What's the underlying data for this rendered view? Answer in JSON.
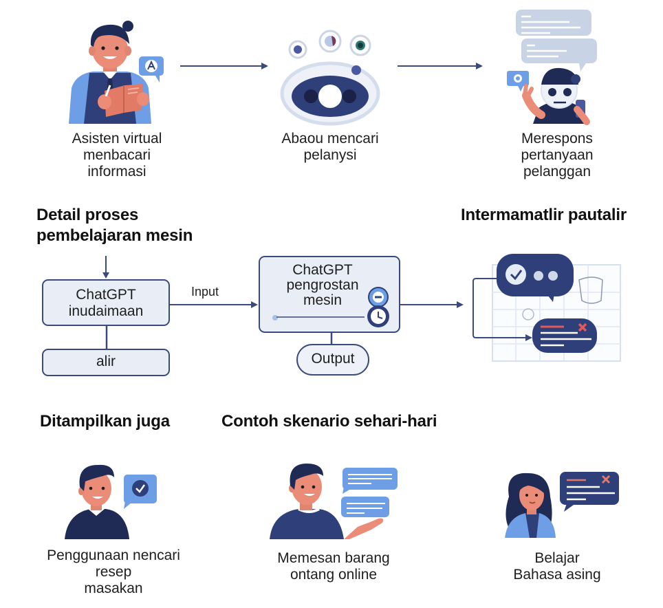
{
  "colors": {
    "navy": "#2f3f7a",
    "dark_navy": "#1f2b55",
    "light_blue": "#6e9ee6",
    "pale_blue": "#dde6f3",
    "skin": "#e98a76",
    "book": "#e27a66",
    "accent_red": "#e05a5a",
    "line": "#3b4a78"
  },
  "top_flow": {
    "steps": [
      {
        "icon": "person-reading-book-icon",
        "badge_icon": "assistant-chat-icon",
        "caption": "Asisten virtual\nmenbacari\ninformasi"
      },
      {
        "icon": "robot-search-icon",
        "caption": "Abaou mencari\npelanysi"
      },
      {
        "icon": "robot-support-agent-icon",
        "badge_icon": "chat-bubbles-icon",
        "caption": "Merespons\npertanyaan\npelanggan"
      }
    ]
  },
  "ml_section": {
    "heading": "Detail proses\n  pembelajaran mesin",
    "nodes": {
      "chatgpt_training": "ChatGPT\ninudaimaan",
      "alir": "alir",
      "chatgpt_processing": "ChatGPT\npengrostan\nmesin",
      "output": "Output"
    },
    "edge_label_input": "Input"
  },
  "interaction_section": {
    "heading": "Intermamatlir pautalir",
    "icon": "chat-feedback-grid-icon"
  },
  "examples_section": {
    "heading_left": "Ditampilkan juga",
    "heading_center": "Contoh skenario sehari-hari",
    "items": [
      {
        "icon": "man-checkmark-chat-icon",
        "caption": "Penggunaan nencari\nresep\nmasakan"
      },
      {
        "icon": "man-messages-icon",
        "caption": "Memesan barang\nontang online"
      },
      {
        "icon": "woman-language-chat-icon",
        "caption": "Belajar\nBahasa asing"
      }
    ]
  }
}
